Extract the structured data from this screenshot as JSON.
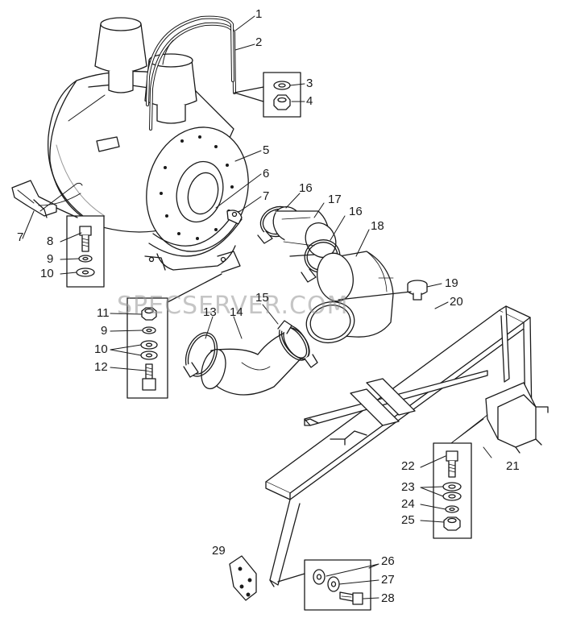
{
  "labels": {
    "n1": "1",
    "n2": "2",
    "n3": "3",
    "n4": "4",
    "n5": "5",
    "n6": "6",
    "n7a": "7",
    "n7b": "7",
    "n8": "8",
    "n9a": "9",
    "n9b": "9",
    "n10a": "10",
    "n10b": "10",
    "n11": "11",
    "n12": "12",
    "n13": "13",
    "n14": "14",
    "n15": "15",
    "n16a": "16",
    "n16b": "16",
    "n17": "17",
    "n18": "18",
    "n19": "19",
    "n20": "20",
    "n21": "21",
    "n22": "22",
    "n23": "23",
    "n24": "24",
    "n25": "25",
    "n26": "26",
    "n27": "27",
    "n28": "28",
    "n29": "29"
  },
  "watermark": "SPECSERVER.COM",
  "colors": {
    "line": "#1a1a1a",
    "shade": "#bdbdbd",
    "fill": "#ffffff"
  }
}
